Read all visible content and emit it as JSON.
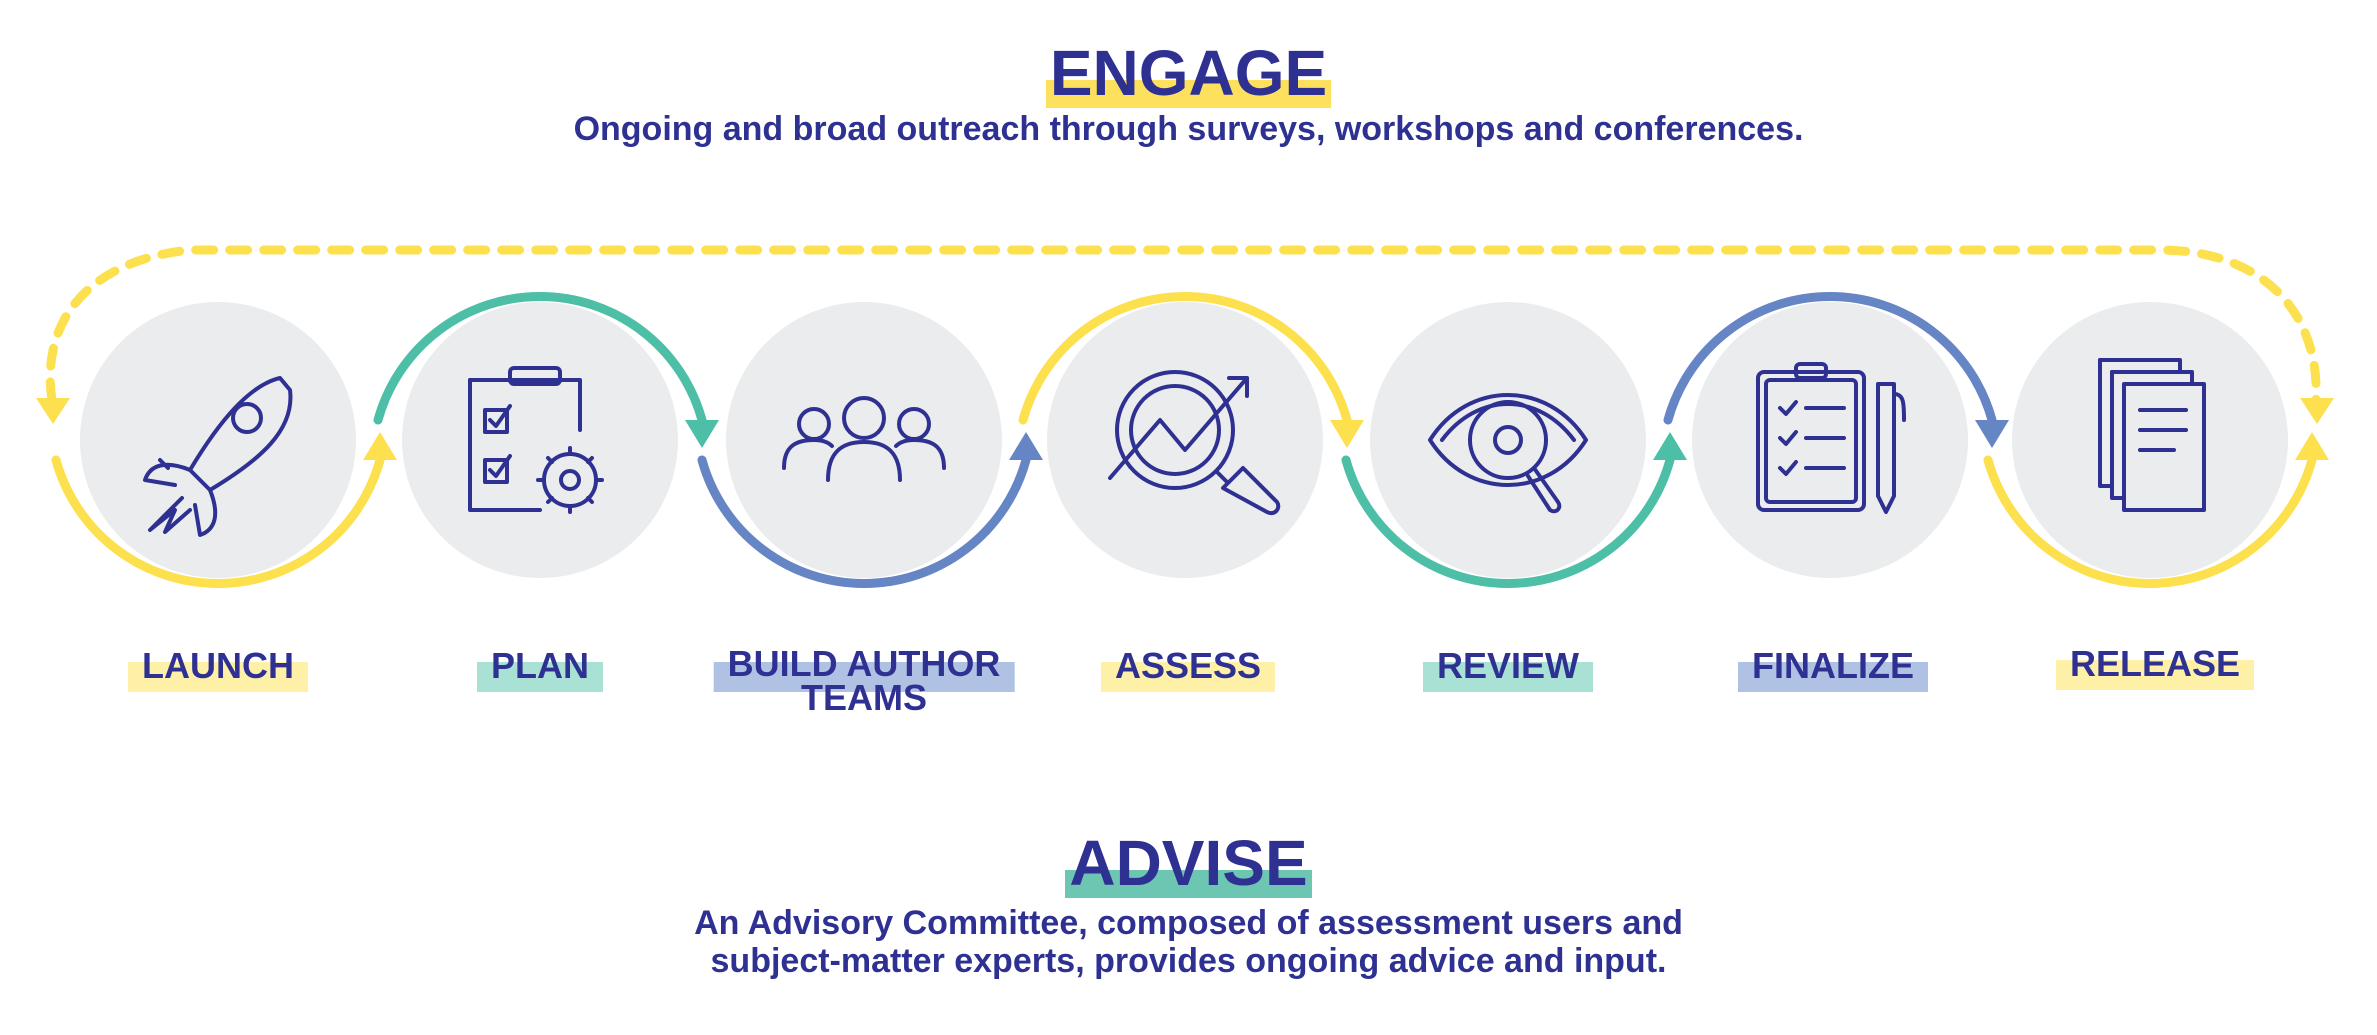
{
  "engage": {
    "title": "ENGAGE",
    "subtitle": "Ongoing and broad outreach through surveys, workshops and conferences.",
    "highlight_color": "#FDE15E"
  },
  "advise": {
    "title": "ADVISE",
    "subtitle_line1": "An Advisory Committee, composed of assessment users and",
    "subtitle_line2": "subject-matter experts, provides ongoing advice and input.",
    "highlight_color": "#6CC6B1"
  },
  "steps": [
    {
      "label": "LAUNCH",
      "icon": "rocket-icon",
      "highlight": "#FFF0A8"
    },
    {
      "label": "PLAN",
      "icon": "clipboard-gear-icon",
      "highlight": "#A9E1D5"
    },
    {
      "label": "BUILD AUTHOR TEAMS",
      "label_line1": "BUILD AUTHOR",
      "label_line2": "TEAMS",
      "icon": "people-group-icon",
      "highlight": "#AFC2E4"
    },
    {
      "label": "ASSESS",
      "icon": "magnifier-chart-icon",
      "highlight": "#FFF0A8"
    },
    {
      "label": "REVIEW",
      "icon": "eye-magnifier-icon",
      "highlight": "#A9E1D5"
    },
    {
      "label": "FINALIZE",
      "icon": "checklist-pen-icon",
      "highlight": "#AFC2E4"
    },
    {
      "label": "RELEASE",
      "icon": "documents-icon",
      "highlight": "#FFF0A8"
    }
  ],
  "colors": {
    "yellow": "#FDE04E",
    "teal": "#4DBFA6",
    "blue": "#6585C4",
    "navy": "#2E3192",
    "circle": "#EBECED"
  }
}
